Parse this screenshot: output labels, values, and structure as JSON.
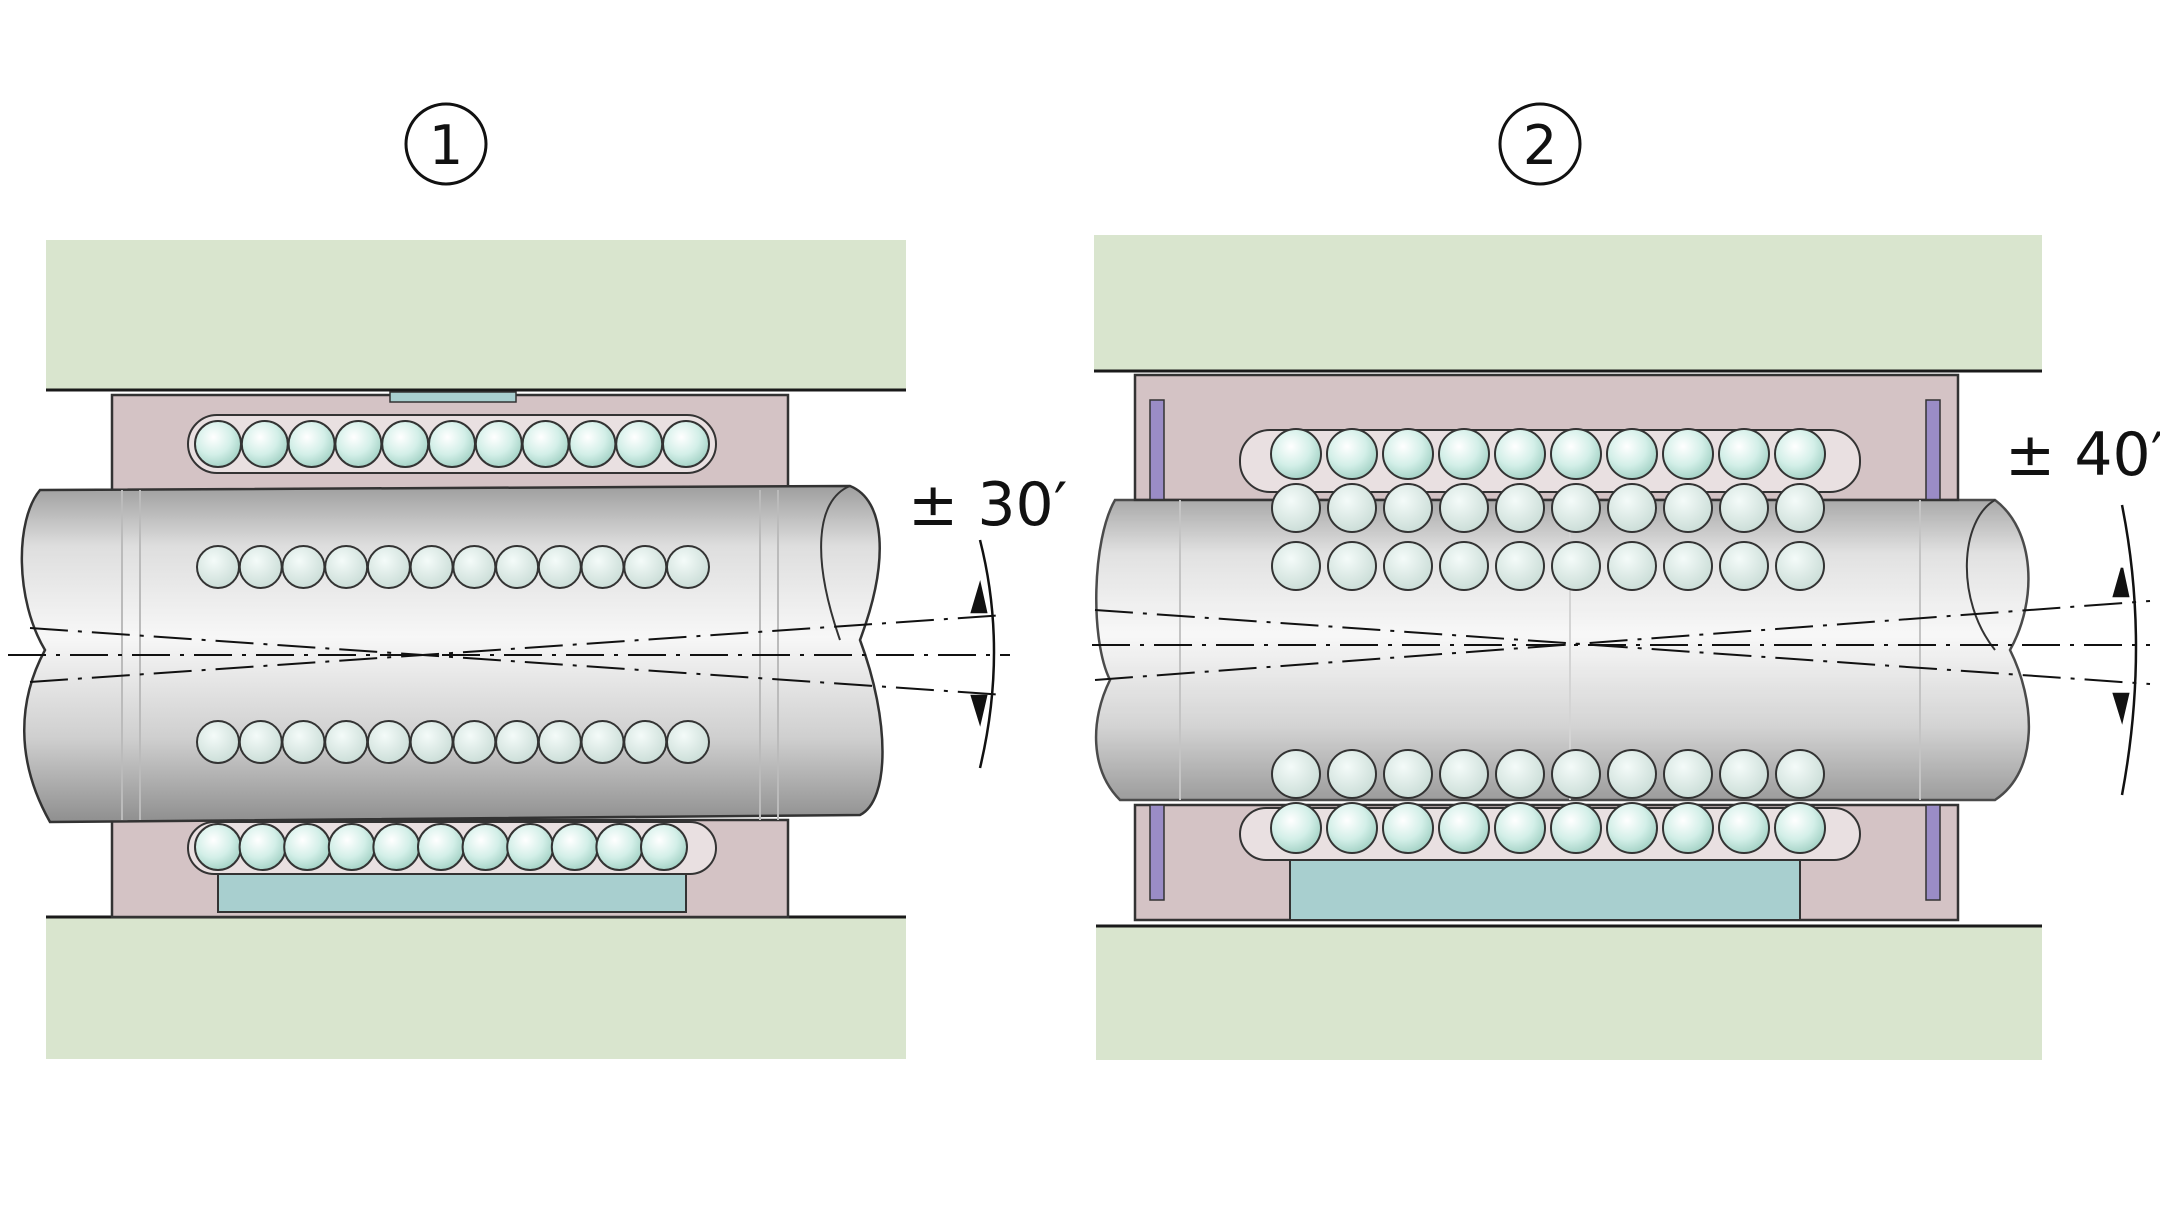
{
  "figure": {
    "panels": [
      {
        "label": "1",
        "angle": "± 30′",
        "ball_count_top": 11,
        "ball_count_bottom": 11,
        "inner_ball_count": 12
      },
      {
        "label": "2",
        "angle": "± 40′",
        "ball_count_top": 10,
        "ball_count_bottom": 10,
        "inner_ball_count": 10
      }
    ]
  },
  "colors": {
    "housing": "#d9e5ce",
    "cage": "#d4c3c5",
    "ball": "#cfeee6",
    "strip": "#a8cfcf",
    "seal": "#9a8cc6",
    "shaft_light": "#f4f4f4",
    "shaft_dark": "#a9a9a9",
    "line": "#1a1a1a"
  }
}
